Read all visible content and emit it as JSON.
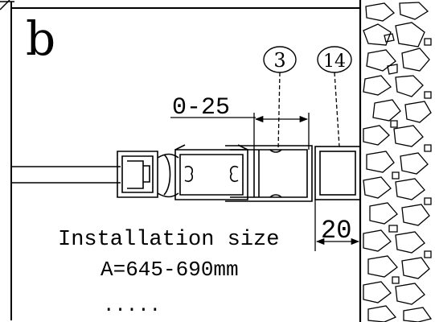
{
  "figure": {
    "panel_label": "b",
    "callouts": [
      {
        "label": "3"
      },
      {
        "label": "14"
      }
    ],
    "dimension_adjust": "0-25",
    "dimension_gap": "20",
    "caption_line1": "Installation size",
    "caption_line2": "A=645-690mm",
    "caption_line3": "....."
  }
}
